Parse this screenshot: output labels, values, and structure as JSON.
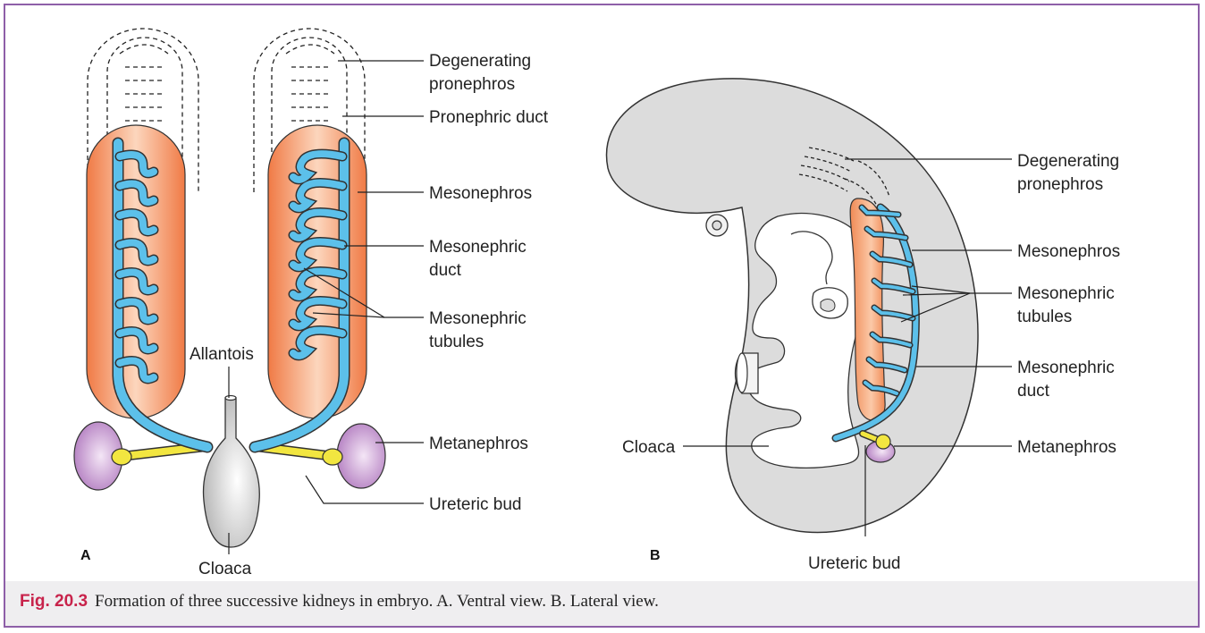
{
  "caption": {
    "figure_label": "Fig. 20.3",
    "text": "Formation of three successive kidneys in embryo. A. Ventral view. B. Lateral view."
  },
  "panel_a": {
    "panel_letter": "A",
    "labels": {
      "degenerating_pronephros_1": "Degenerating",
      "degenerating_pronephros_2": "pronephros",
      "pronephric_duct": "Pronephric duct",
      "mesonephros": "Mesonephros",
      "mesonephric_duct_1": "Mesonephric",
      "mesonephric_duct_2": "duct",
      "mesonephric_tubules_1": "Mesonephric",
      "mesonephric_tubules_2": "tubules",
      "allantois": "Allantois",
      "metanephros": "Metanephros",
      "ureteric_bud": "Ureteric bud",
      "cloaca": "Cloaca"
    }
  },
  "panel_b": {
    "panel_letter": "B",
    "labels": {
      "degenerating_pronephros_1": "Degenerating",
      "degenerating_pronephros_2": "pronephros",
      "mesonephros": "Mesonephros",
      "mesonephric_tubules_1": "Mesonephric",
      "mesonephric_tubules_2": "tubules",
      "mesonephric_duct_1": "Mesonephric",
      "mesonephric_duct_2": "duct",
      "cloaca": "Cloaca",
      "metanephros": "Metanephros",
      "ureteric_bud": "Ureteric bud"
    }
  },
  "colors": {
    "border": "#8e5fa8",
    "caption_bg": "#efeef0",
    "figure_label": "#c8234b",
    "mesonephros_orange": "#f08a55",
    "duct_blue": "#5cc0ea",
    "metanephros_purple": "#b27cc0",
    "ureteric_yellow": "#f2e640",
    "embryo_gray": "#dcdcdc"
  }
}
